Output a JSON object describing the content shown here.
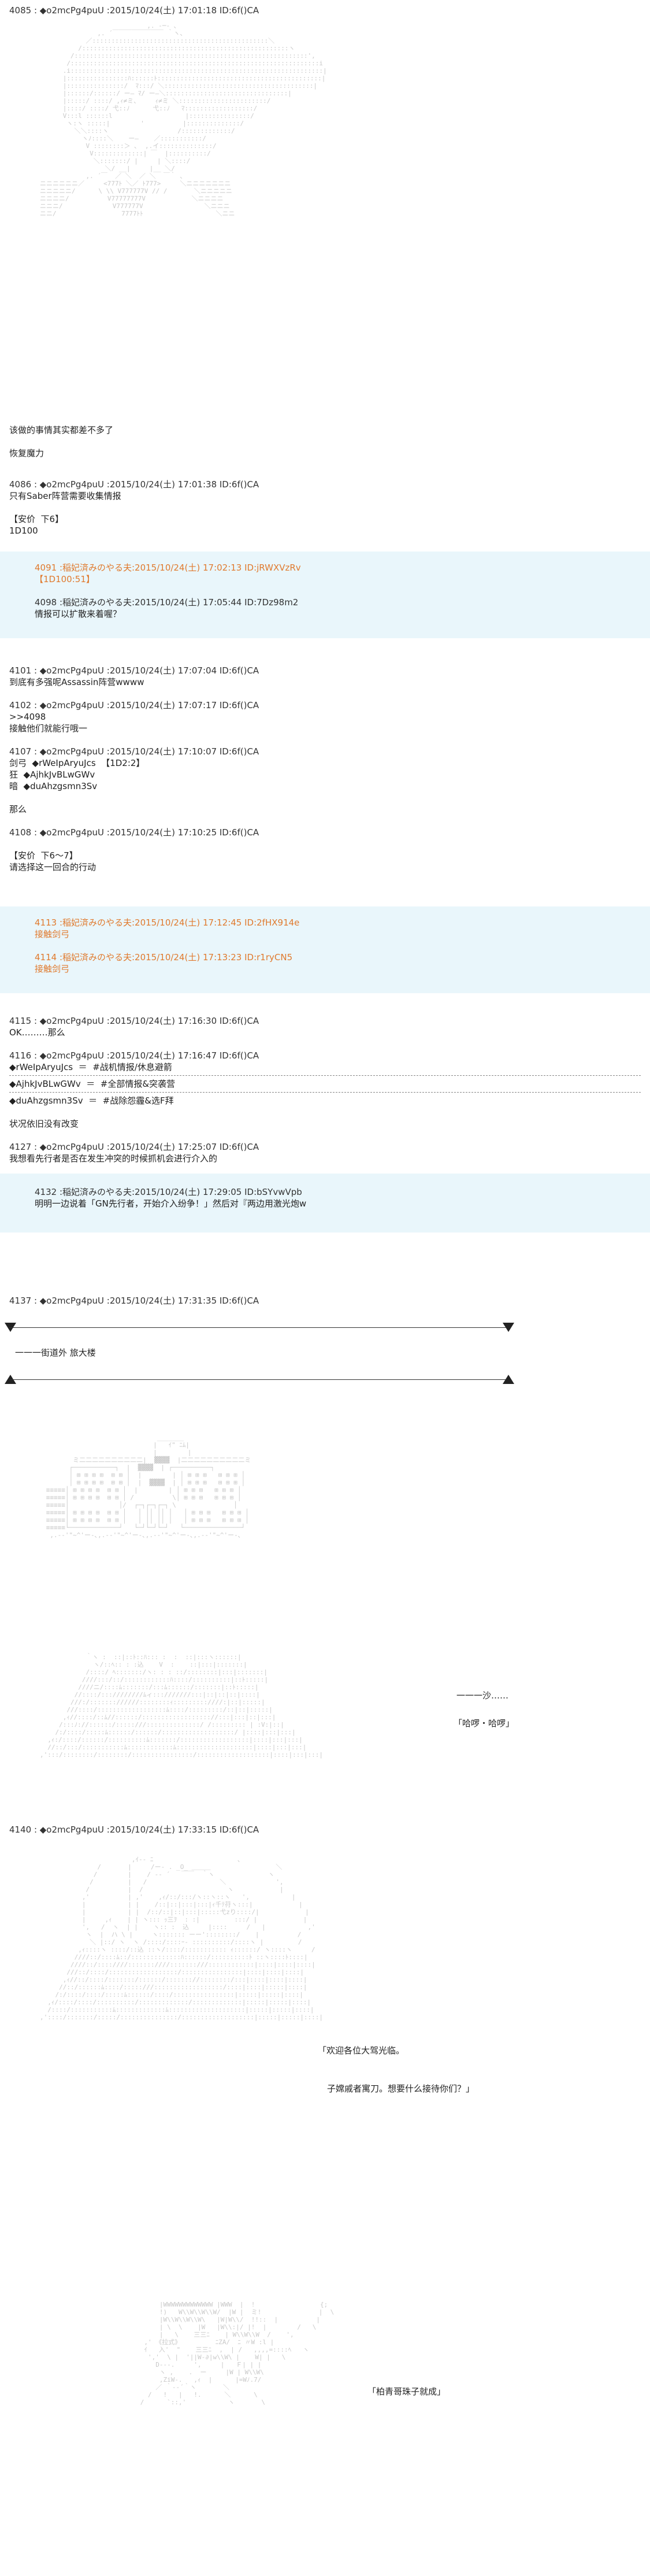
{
  "posts": {
    "p4085": {
      "header": "4085 : ◆o2mcPg4puU :2015/10/24(土) 17:01:18 ID:6f()CA",
      "line1": "该做的事情其实都差不多了",
      "line2": "恢复魔力"
    },
    "p4086": {
      "header": "4086 : ◆o2mcPg4puU :2015/10/24(土) 17:01:38 ID:6f()CA",
      "line1": "只有Saber阵营需要收集情报",
      "line2": "【安价  下6】",
      "line3": "1D100"
    },
    "p4091": {
      "header": "4091 :稲妃済みのやる夫:2015/10/24(土) 17:02:13 ID:jRWXVzRv",
      "line1": "【1D100:51】"
    },
    "p4098": {
      "header": "4098 :稲妃済みのやる夫:2015/10/24(土) 17:05:44 ID:7Dz98m2",
      "line1": "情报可以扩散来着喔？"
    },
    "p4101": {
      "header": "4101 : ◆o2mcPg4puU :2015/10/24(土) 17:07:04 ID:6f()CA",
      "line1": "到底有多强呢Assassin阵营wwww"
    },
    "p4102": {
      "header": "4102 : ◆o2mcPg4puU :2015/10/24(土) 17:07:17 ID:6f()CA",
      "line1": ">>4098",
      "line2": "接触他们就能行哦一"
    },
    "p4107": {
      "header": "4107 : ◆o2mcPg4puU :2015/10/24(土) 17:10:07 ID:6f()CA",
      "line1": "剑弓  ◆rWeIpAryuJcs  【1D2:2】",
      "line2": "狂  ◆AjhkJvBLwGWv",
      "line3": "暗  ◆duAhzgsmn3Sv",
      "line4": "那么"
    },
    "p4108": {
      "header": "4108 : ◆o2mcPg4puU :2015/10/24(土) 17:10:25 ID:6f()CA",
      "line1": "【安价  下6～7】",
      "line2": "请选择这一回合的行动"
    },
    "p4113": {
      "header": "4113 :稲妃済みのやる夫:2015/10/24(土) 17:12:45 ID:2fHX914e",
      "line1": "接触剑弓"
    },
    "p4114": {
      "header": "4114 :稲妃済みのやる夫:2015/10/24(土) 17:13:23 ID:r1ryCN5",
      "line1": "接触剑弓"
    },
    "p4115": {
      "header": "4115 : ◆o2mcPg4puU :2015/10/24(土) 17:16:30 ID:6f()CA",
      "line1": "OK………那么"
    },
    "p4116": {
      "header": "4116 : ◆o2mcPg4puU :2015/10/24(土) 17:16:47 ID:6f()CA",
      "line1": "◆rWeIpAryuJcs  ＝  #战机情报/休息避箭",
      "line2": "◆AjhkJvBLwGWv  ＝  #全部情报&突袭营",
      "line3": "◆duAhzgsmn3Sv  ＝  #战除怨霾&选F拜",
      "line4": "状况依旧没有改变"
    },
    "p4127": {
      "header": "4127 : ◆o2mcPg4puU :2015/10/24(土) 17:25:07 ID:6f()CA",
      "line1": "我想看先行者是否在发生冲突的时候抓机会进行介入的"
    },
    "p4132": {
      "header": "4132 :稲妃済みのやる夫:2015/10/24(土) 17:29:05 ID:bSYvwVpb",
      "line1": "明明一边说着「GN先行者，开始介入纷争！」然后对『两边用激光炮w"
    },
    "p4137": {
      "header": "4137 : ◆o2mcPg4puU :2015/10/24(土) 17:31:35 ID:6f()CA",
      "scene": "一一一街道外 旅大楼"
    },
    "p4140": {
      "header": "4140 : ◆o2mcPg4puU :2015/10/24(土) 17:33:15 ID:6f()CA"
    }
  },
  "bubbles": {
    "sound": "一一一沙……",
    "hello": "「哈啰・哈啰」",
    "welcome1": "「欢迎各位大驾光临。",
    "welcome2": "子嫦戚者寓刀。想要什么接待你们？」",
    "cinnamon": "「柏青哥珠子就成」"
  },
  "colors": {
    "highlight_bg": "#e9f6fb",
    "orange_text": "#e07a2e",
    "ascii_art": "#c9c9c9"
  }
}
